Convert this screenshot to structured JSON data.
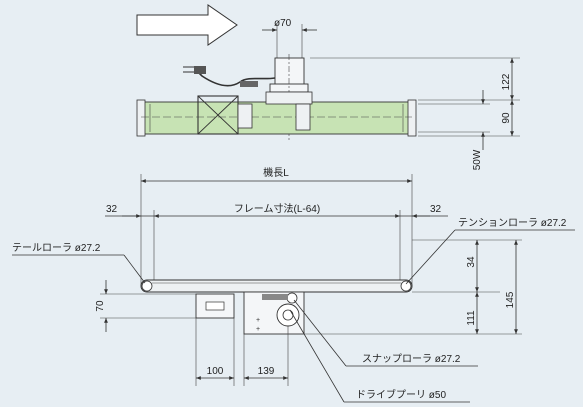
{
  "top_view": {
    "diameter_label": "ø70",
    "dim_height_label": "122",
    "dim_width_label": "90",
    "dim_belt_label": "50W"
  },
  "front_view": {
    "overall_length_label": "機長L",
    "frame_label": "フレーム寸法(L-64)",
    "offset_left_label": "32",
    "offset_right_label": "32",
    "tension_roller_label": "テンションローラ ø27.2",
    "tail_roller_label": "テールローラ ø27.2",
    "snap_roller_label": "スナップローラ ø27.2",
    "drive_pulley_label": "ドライブプーリ ø50",
    "dim_34": "34",
    "dim_145": "145",
    "dim_111": "111",
    "dim_70": "70",
    "dim_100": "100",
    "dim_139": "139"
  },
  "colors": {
    "background": "#e7eef3",
    "belt": "#c7e3b4",
    "line": "#333333"
  }
}
